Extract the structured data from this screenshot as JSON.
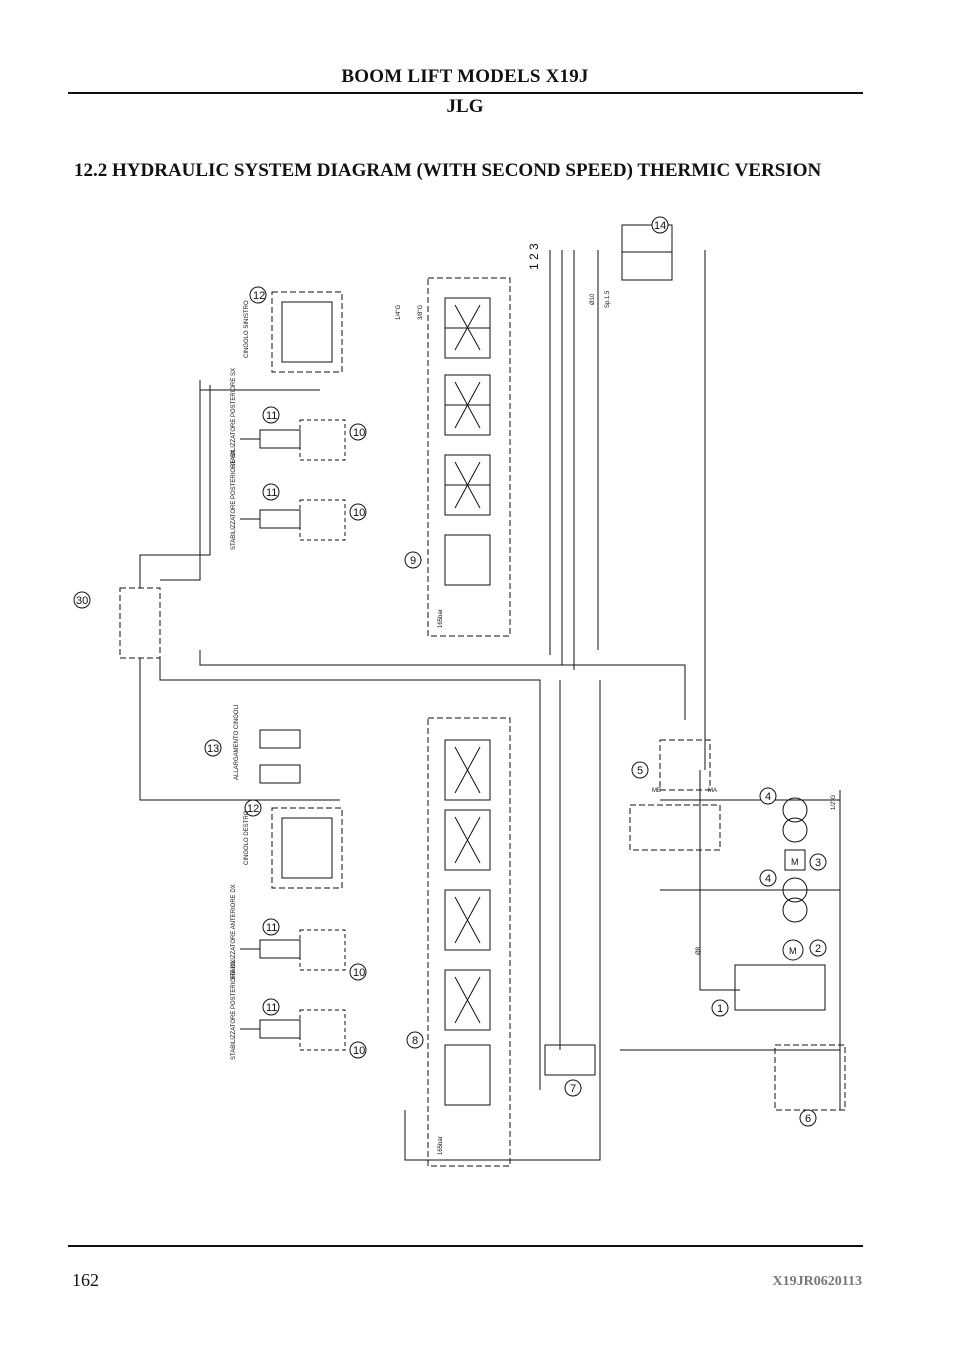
{
  "header": {
    "title": "BOOM LIFT MODELS X19J",
    "brand": "JLG"
  },
  "section": {
    "title": "12.2 HYDRAULIC SYSTEM DIAGRAM (WITH SECOND SPEED) THERMIC VERSION"
  },
  "diagram": {
    "callouts": [
      "1",
      "2",
      "3",
      "4",
      "4",
      "5",
      "6",
      "7",
      "8",
      "9",
      "10",
      "10",
      "10",
      "10",
      "11",
      "11",
      "11",
      "11",
      "12",
      "12",
      "13",
      "14",
      "30"
    ],
    "labels": {
      "cingolo_sinistro": "CINGOLO SINISTRO",
      "cingolo_destro": "CINGOLO DESTRO",
      "stab_post_sx": "STABILIZZATORE POSTERIORE SX",
      "stab_ant_sx": "STABILIZZATORE POSTERIORE SX",
      "stab_ant_dx": "STABILIZZATORE ANTERIORE DX",
      "stab_post_dx": "STABILIZZATORE POSTERIORE DX",
      "allargamento": "ALLARGAMENTO CINGOLI",
      "pressure_165": "165bar",
      "fitting_14": "1/4\"G",
      "fitting_38": "3/8\"G",
      "fitting_12": "1/2\"G",
      "pipe_10": "Ø10",
      "pipe_8": "Ø8",
      "sp15": "Sp.1.5",
      "motor": "M",
      "port_ma": "MA",
      "port_mb": "MB",
      "selector": "1 2 3"
    }
  },
  "footer": {
    "page_number": "162",
    "doc_code": "X19JR0620113"
  }
}
